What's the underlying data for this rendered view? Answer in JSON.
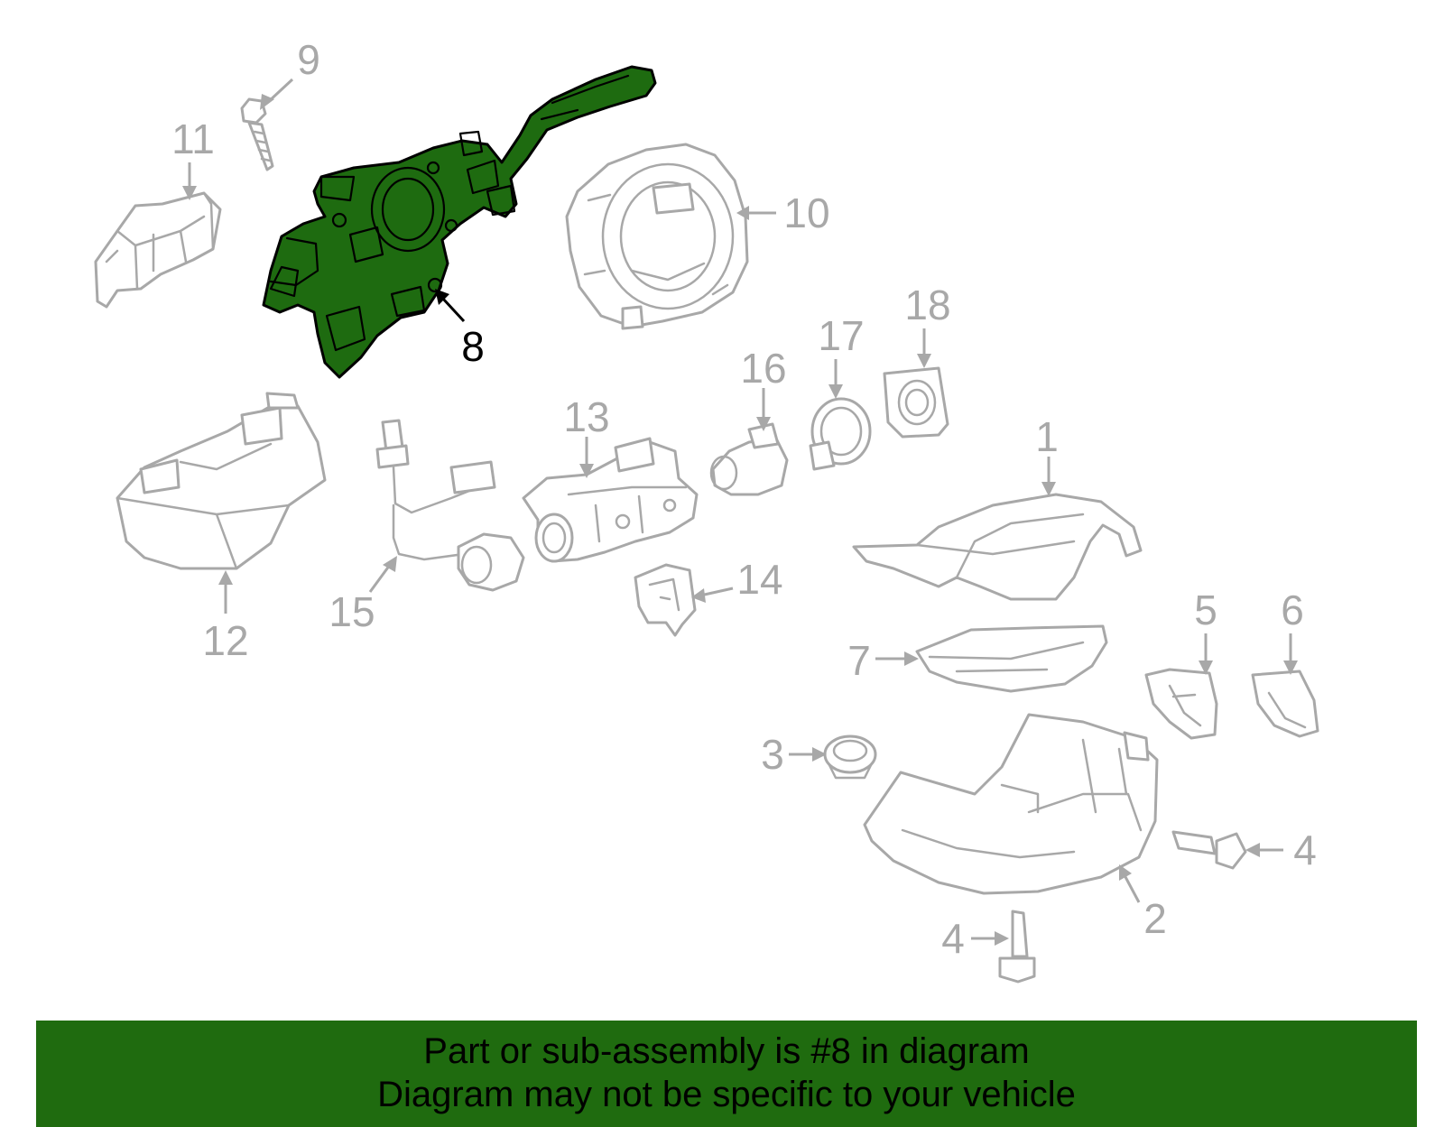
{
  "highlight_color": "#1f6b0f",
  "callouts": {
    "c1": "1",
    "c2": "2",
    "c3": "3",
    "c4a": "4",
    "c4b": "4",
    "c5": "5",
    "c6": "6",
    "c7": "7",
    "c8": "8",
    "c9": "9",
    "c10": "10",
    "c11": "11",
    "c12": "12",
    "c13": "13",
    "c14": "14",
    "c15": "15",
    "c16": "16",
    "c17": "17",
    "c18": "18"
  },
  "banner": {
    "line1": "Part or sub-assembly is #8 in diagram",
    "line2": "Diagram may not be specific to your vehicle"
  }
}
